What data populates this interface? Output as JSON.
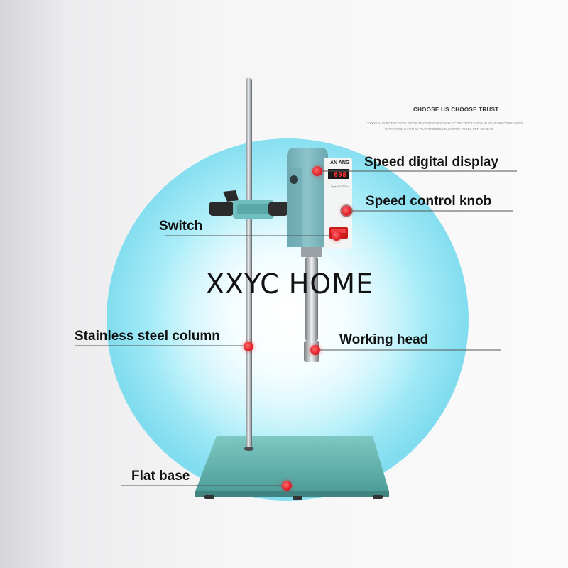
{
  "brand": {
    "title": "CHOOSE US CHOOSE TRUST",
    "subtitle_line1": "XXXX/GH ELECTRIC TOOLS FOR 36 YEARSROCESS ELECTRIC TOOLS FOR 30 YEARSROCESS UNITS",
    "subtitle_line2": "CTRIC TOOLS FOR 30 YEARSROCESS ELECTRIC TOOLS FOR 26 YEAS"
  },
  "device": {
    "logo": "AN ANG",
    "display_value": "698",
    "model_text": "Type: HC3000-H"
  },
  "callouts": {
    "speed_display": "Speed digital display",
    "speed_knob": "Speed control knob",
    "switch": "Switch",
    "column": "Stainless steel column",
    "working_head": "Working head",
    "base": "Flat base"
  },
  "watermark": "XXYC HOME",
  "colors": {
    "device_teal": "#7fbac2",
    "base_teal": "#5fb3b0",
    "marker_red": "#e0202a"
  }
}
